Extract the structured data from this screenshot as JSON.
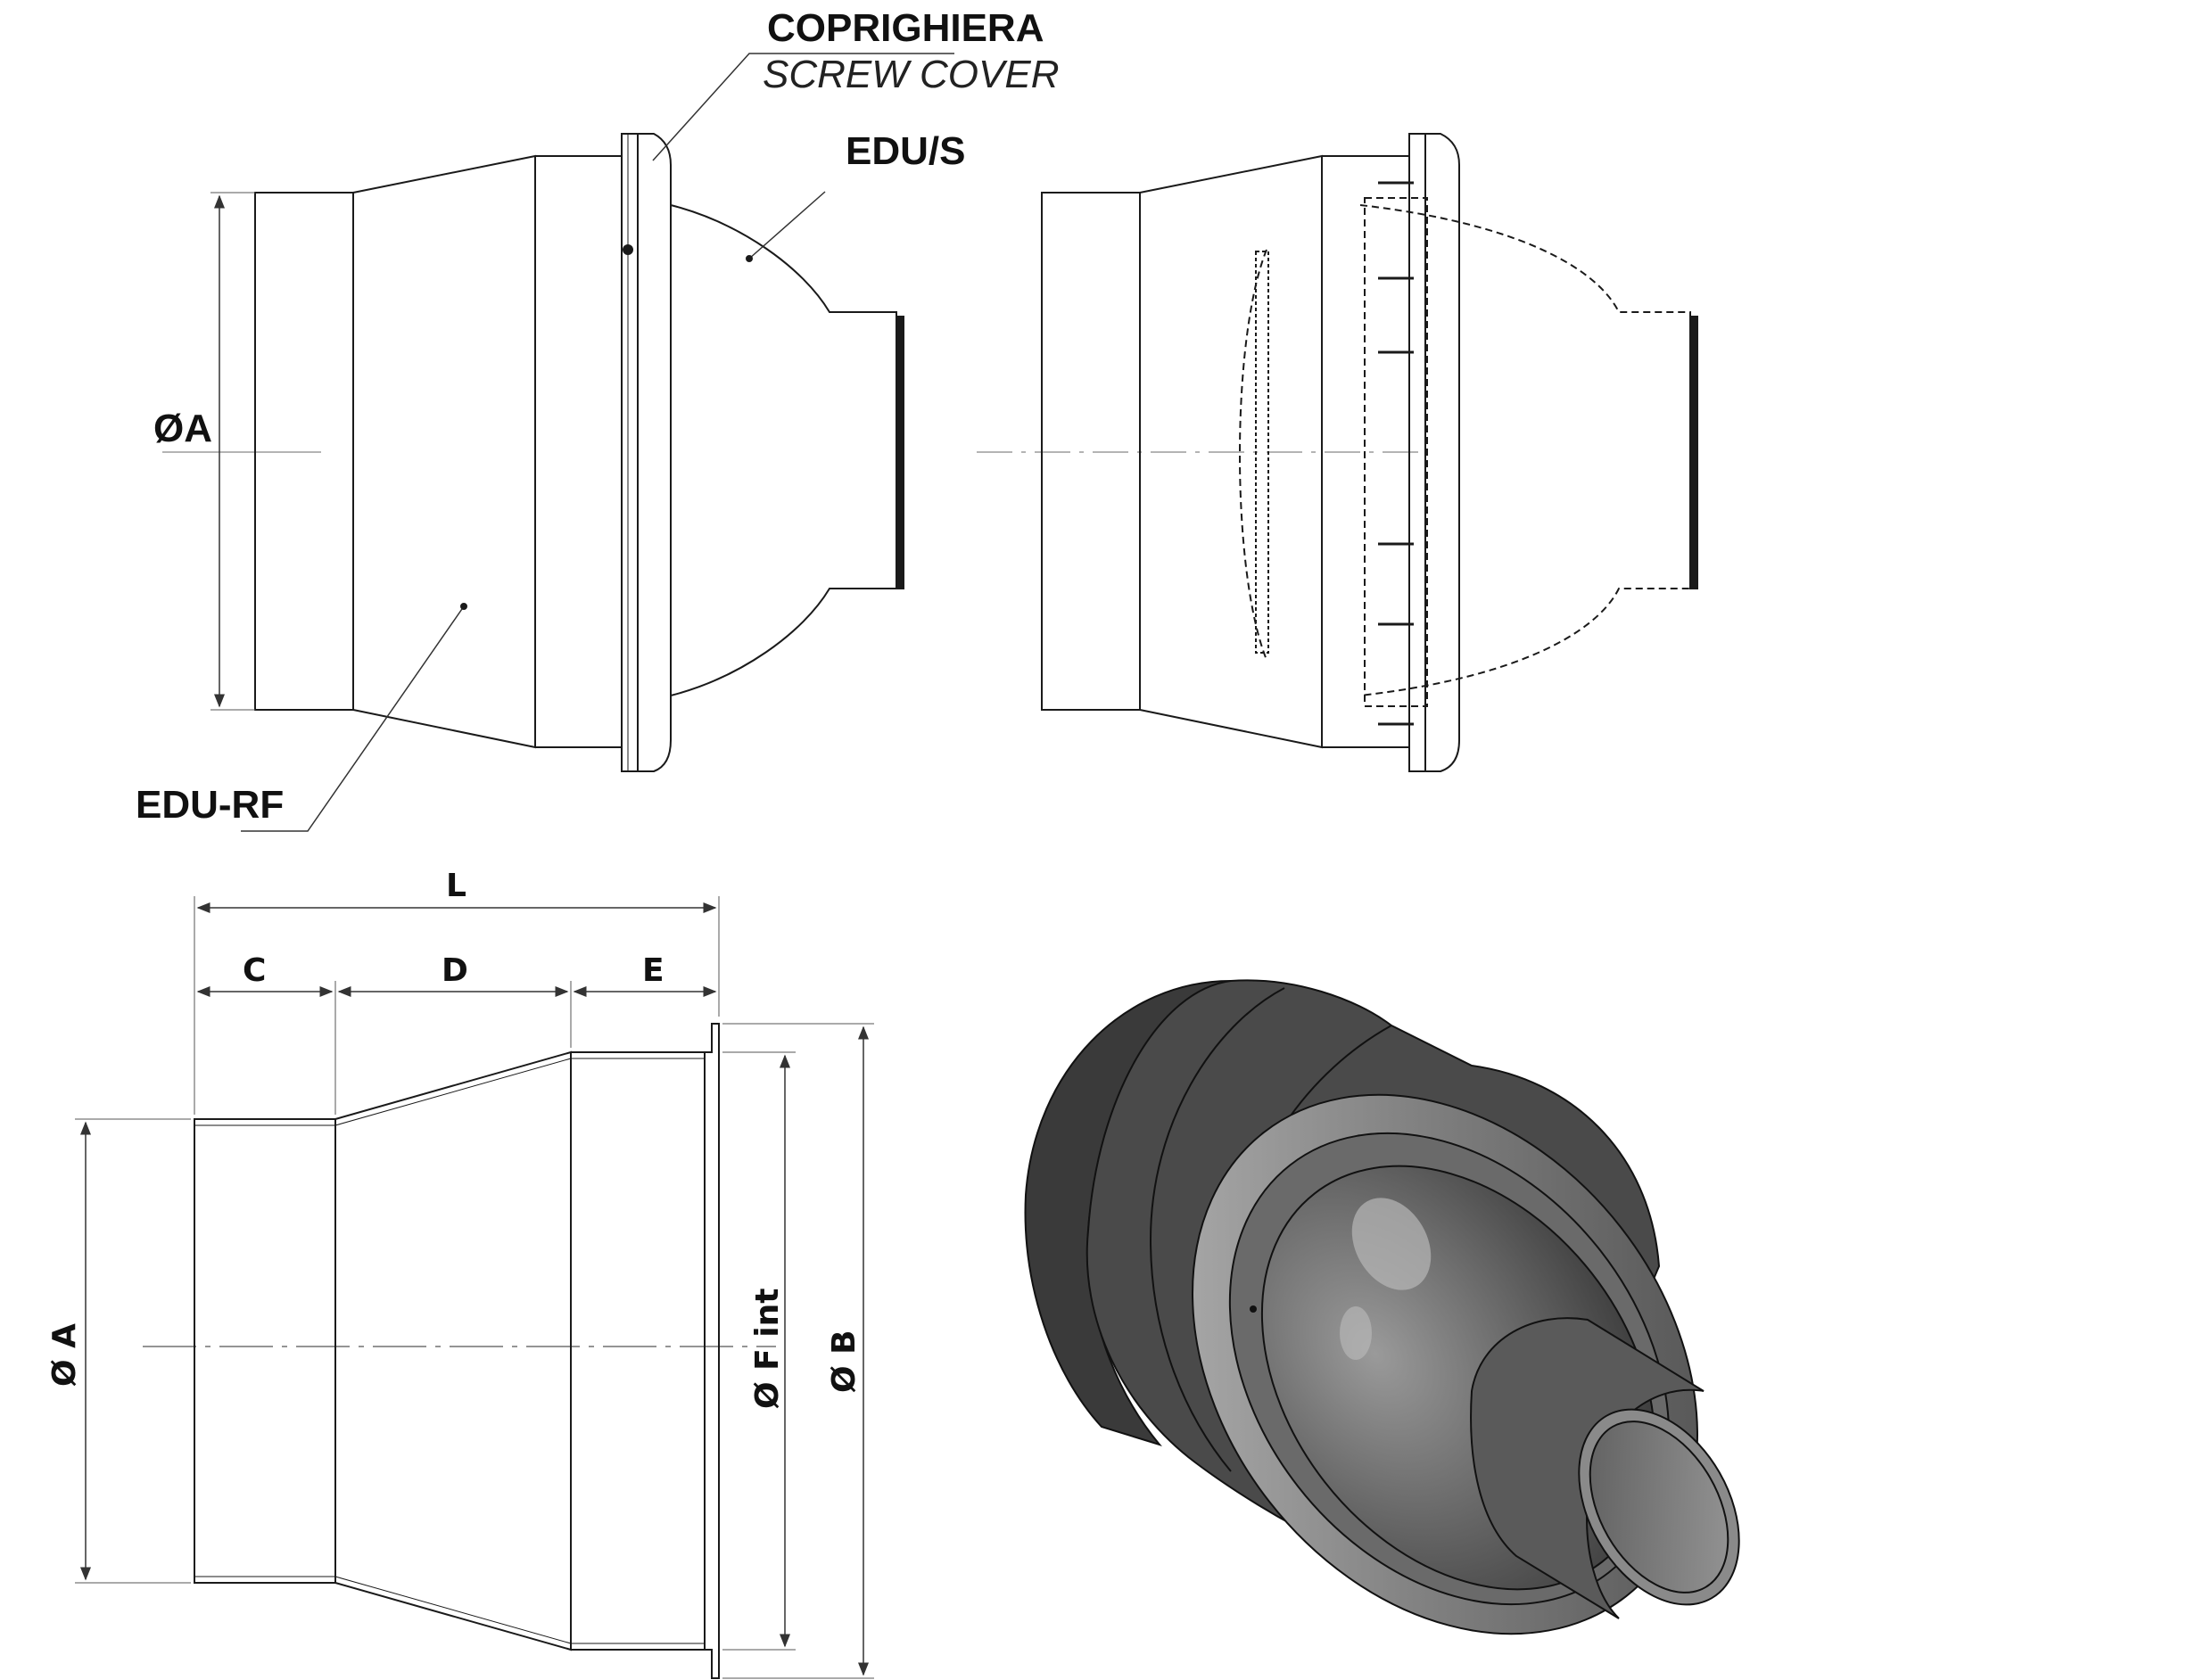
{
  "labels": {
    "screw_cover_it": "COPRIGHIERA",
    "screw_cover_en": "SCREW COVER",
    "edu_s": "EDU/S",
    "edu_rf": "EDU-RF",
    "dia_a_top": "ØA"
  },
  "dimensions": {
    "L": "L",
    "C": "C",
    "D": "D",
    "E": "E",
    "dia_a": "Ø A",
    "dia_f_int": "Ø F int",
    "dia_b": "Ø B"
  },
  "colors": {
    "line": "#1a1a1a",
    "thin": "#555555",
    "body_dark": "#3c3c3c",
    "body_mid": "#5a5a5a",
    "body_light": "#7a7a7a"
  }
}
